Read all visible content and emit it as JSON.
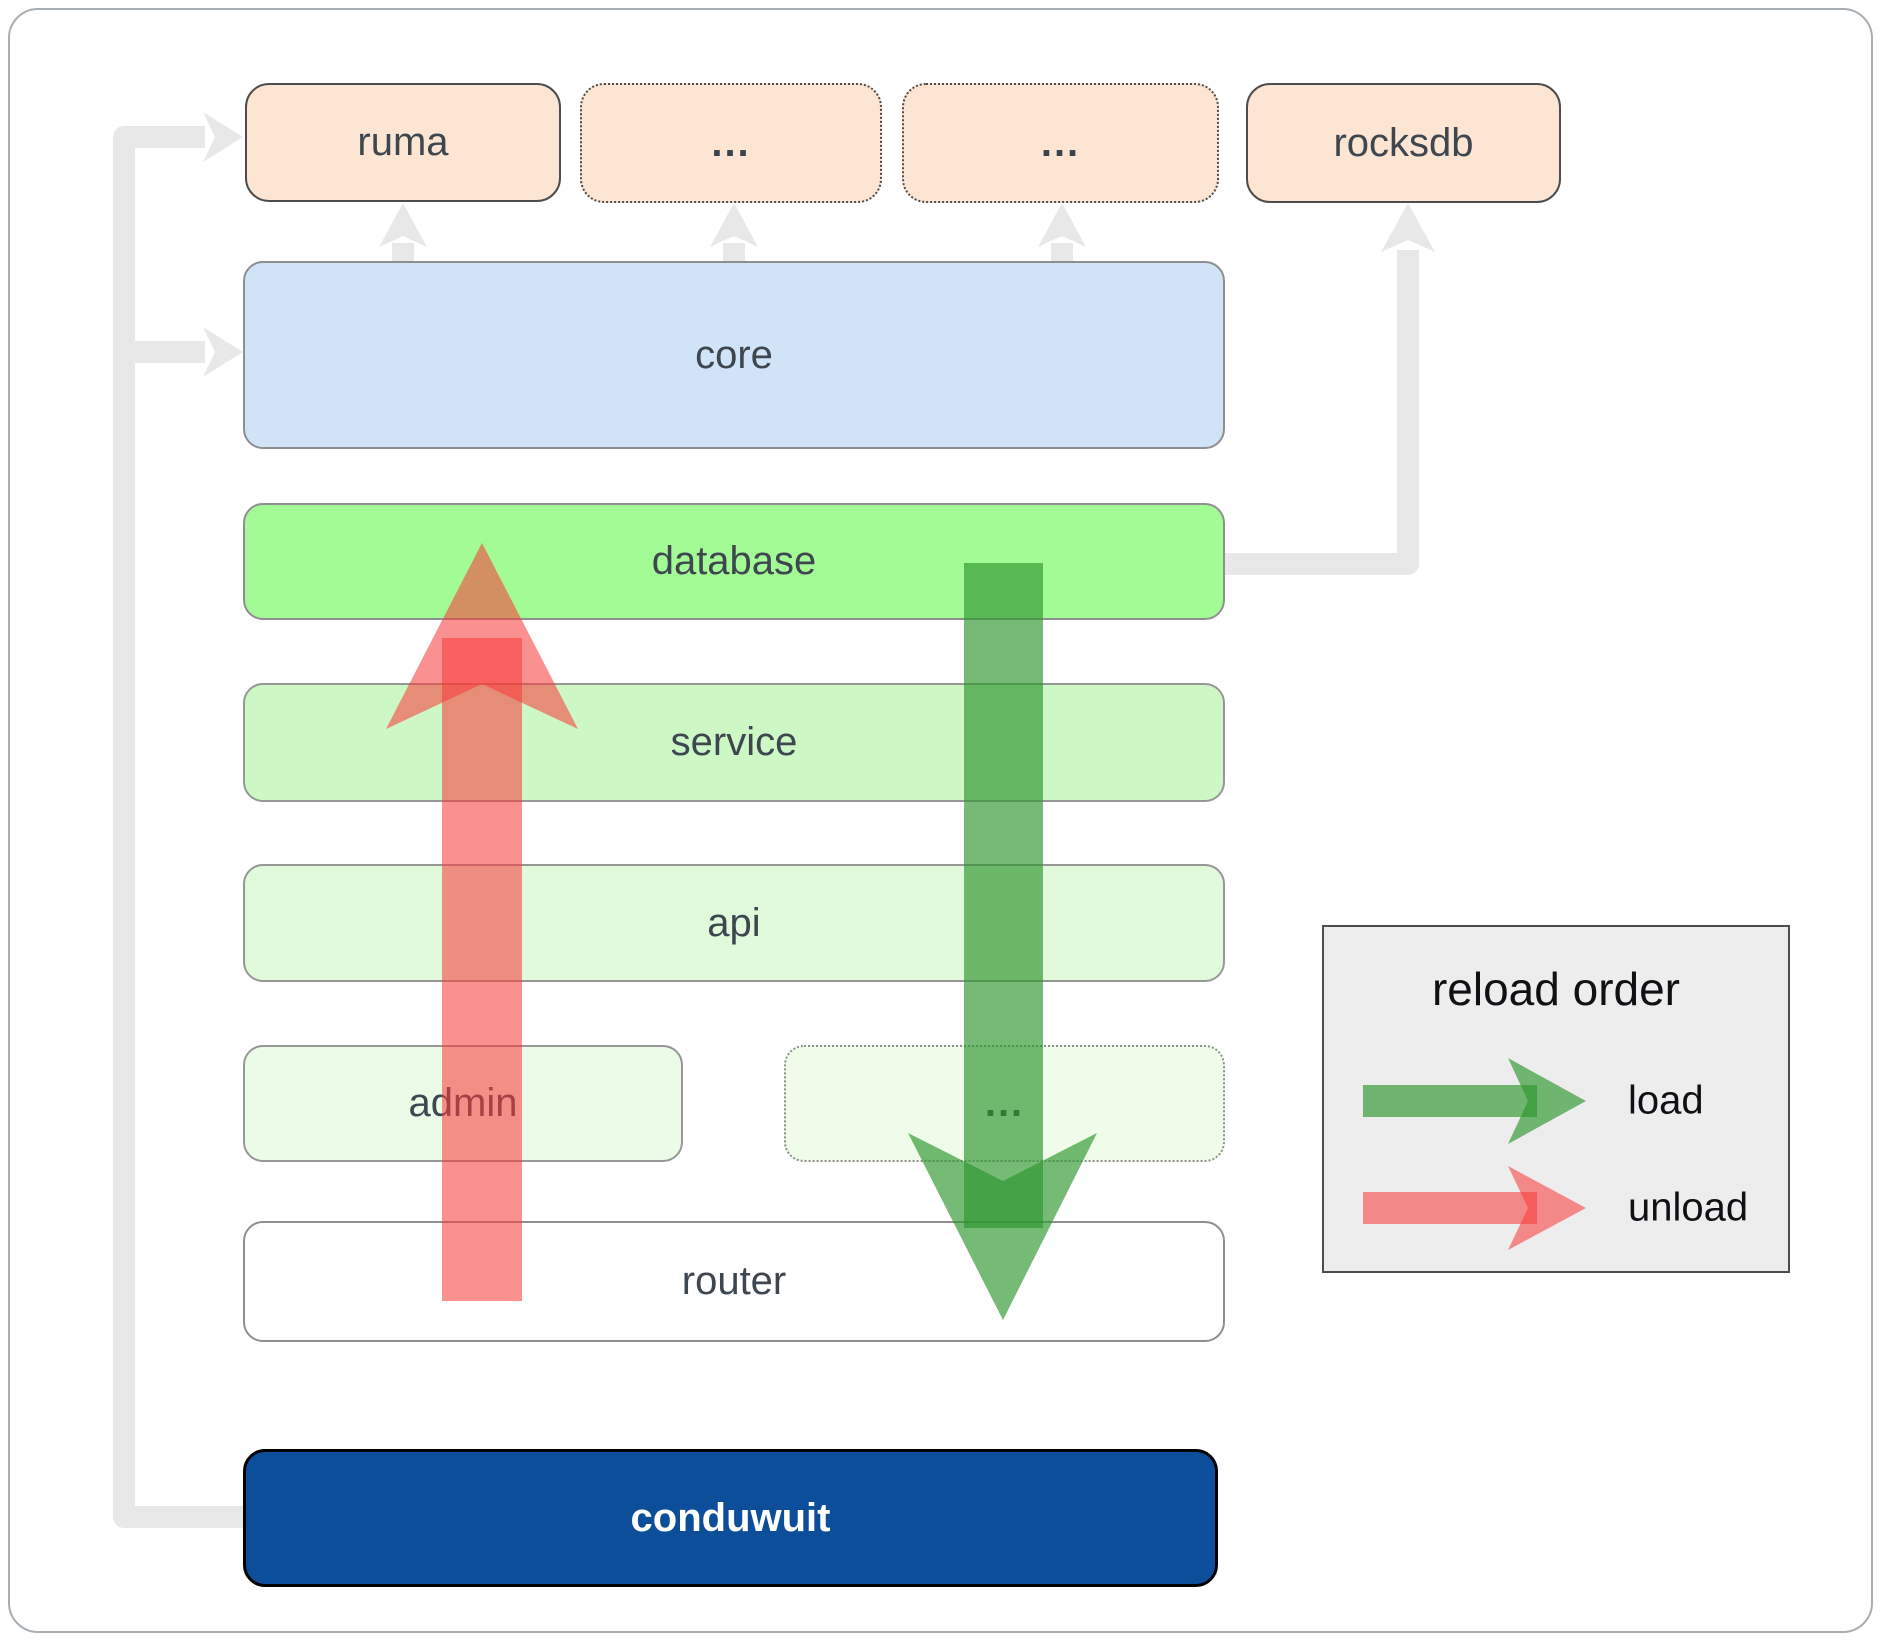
{
  "diagram": {
    "boxes": [
      {
        "id": "ruma",
        "label": "ruma"
      },
      {
        "id": "modules-a",
        "label": "..."
      },
      {
        "id": "modules-b",
        "label": "..."
      },
      {
        "id": "rocksdb",
        "label": "rocksdb"
      },
      {
        "id": "core",
        "label": "core"
      },
      {
        "id": "database",
        "label": "database"
      },
      {
        "id": "service",
        "label": "service"
      },
      {
        "id": "api",
        "label": "api"
      },
      {
        "id": "admin",
        "label": "admin"
      },
      {
        "id": "modules-c",
        "label": "..."
      },
      {
        "id": "router",
        "label": "router"
      },
      {
        "id": "conduwuit",
        "label": "conduwuit"
      }
    ],
    "legend": {
      "title": "reload order",
      "items": [
        {
          "label": "load",
          "color": "#2d962d"
        },
        {
          "label": "unload",
          "color": "#f83c3c"
        }
      ]
    },
    "palette": {
      "conduwuit_blue": "#0d4e9b",
      "load_green": "#2d962d",
      "unload_red": "#f83c3c",
      "external_peach": "#fde5d3",
      "core_blue": "#d1e4f7",
      "database_green": "#a3fb95",
      "connector_gray": "#e8e8e8"
    }
  }
}
